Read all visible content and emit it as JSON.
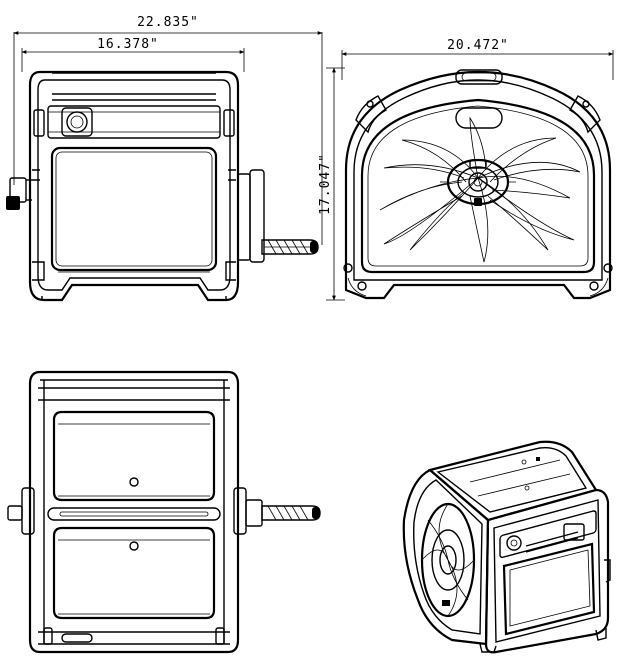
{
  "dimensions": {
    "overall_width": "22.835\"",
    "body_width": "16.378\"",
    "side_width": "20.472\"",
    "height": "17.047\""
  },
  "colors": {
    "line": "#000000",
    "background": "#ffffff"
  },
  "views": [
    "front-view",
    "side-view",
    "top-view",
    "isometric-view"
  ]
}
